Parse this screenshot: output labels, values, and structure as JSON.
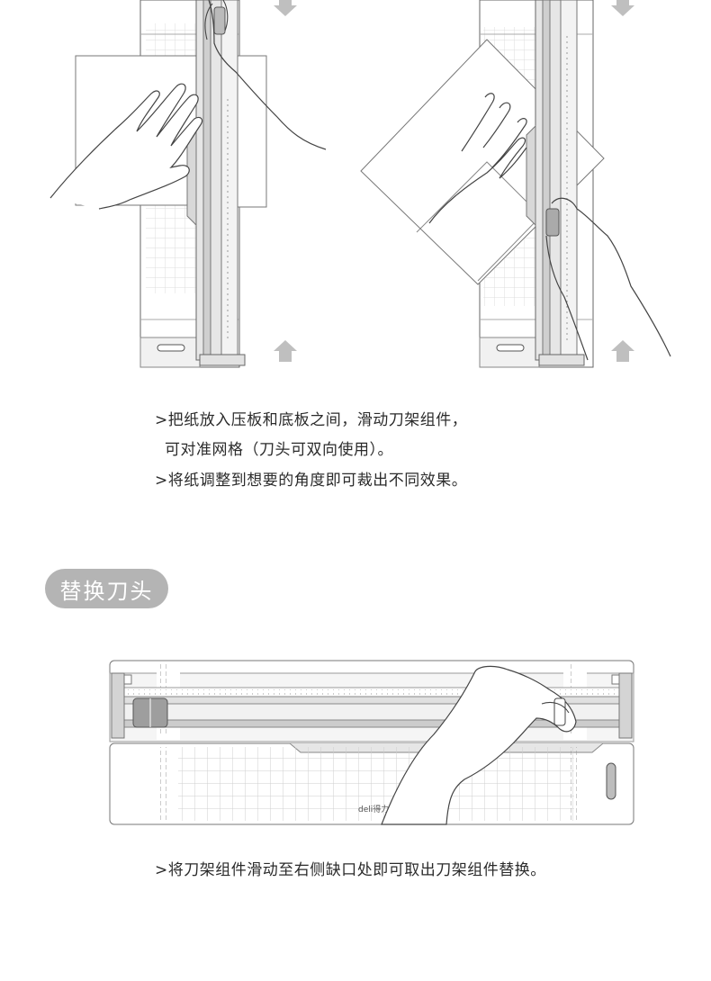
{
  "instructions_top": {
    "line1": ">把纸放入压板和底板之间，滑动刀架组件，",
    "line2": "可对准网格（刀头可双向使用）。",
    "line3": ">将纸调整到想要的角度即可裁出不同效果。"
  },
  "section": {
    "title": "替换刀头"
  },
  "instructions_bottom": {
    "line1": ">将刀架组件滑动至右侧缺口处即可取出刀架组件替换。"
  },
  "illustration": {
    "brand_label": "deli得力",
    "icons": [
      "arrow-up-icon",
      "arrow-down-icon"
    ],
    "colors": {
      "line": "#555555",
      "rail": "#c9c9c9",
      "grid": "#dcdcdc",
      "pill": "#b4b4b4"
    }
  }
}
